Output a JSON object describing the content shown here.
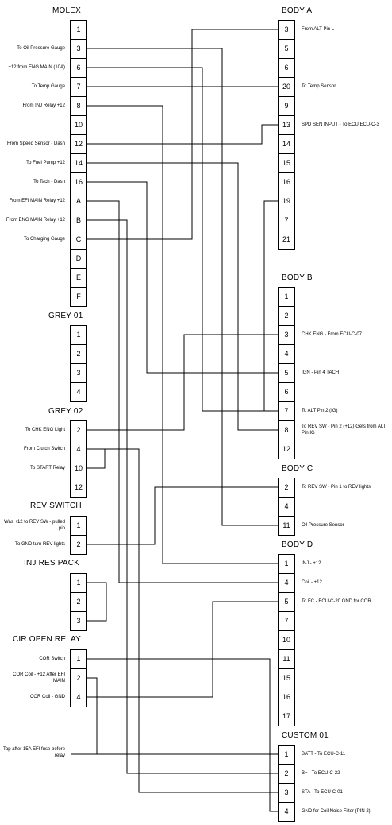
{
  "blocks": {
    "molex": {
      "title": "MOLEX",
      "pins": [
        "1",
        "3",
        "6",
        "7",
        "8",
        "10",
        "12",
        "14",
        "16",
        "A",
        "B",
        "C",
        "D",
        "E",
        "F"
      ],
      "labels": [
        "",
        "To Oil Pressure Gauge",
        "+12 from ENG MAIN (10A)",
        "To Temp Gauge",
        "From INJ Relay +12",
        "",
        "From Speed Sensor - Dash",
        "To Fuel Pump +12",
        "To Tach - Dash",
        "From EFI MAIN Relay +12",
        "From ENG MAIN Relay +12",
        "To Charging Gauge",
        "",
        "",
        ""
      ]
    },
    "grey01": {
      "title": "GREY 01",
      "pins": [
        "1",
        "2",
        "3",
        "4"
      ],
      "labels": [
        "",
        "",
        "",
        ""
      ]
    },
    "grey02": {
      "title": "GREY 02",
      "pins": [
        "2",
        "4",
        "10",
        "12"
      ],
      "labels": [
        "To CHK ENG Light",
        "From Clutch Switch",
        "To START Relay",
        ""
      ]
    },
    "rev_switch": {
      "title": "REV SWITCH",
      "pins": [
        "1",
        "2"
      ],
      "labels": [
        "Was +12 to REV SW - pulled pin",
        "To GND turn REV lights"
      ]
    },
    "inj_res_pack": {
      "title": "INJ RES PACK",
      "pins": [
        "1",
        "2",
        "3"
      ],
      "labels": [
        "",
        "",
        ""
      ]
    },
    "cir_open_relay": {
      "title": "CIR OPEN RELAY",
      "pins": [
        "1",
        "2",
        "4"
      ],
      "labels": [
        "COR Switch",
        "COR Coil - +12 After EFI MAIN",
        "COR Coil - GND"
      ]
    },
    "body_a": {
      "title": "BODY A",
      "pins": [
        "3",
        "5",
        "6",
        "20",
        "9",
        "13",
        "14",
        "15",
        "16",
        "19",
        "7",
        "21"
      ],
      "labels": [
        "From ALT Pin L",
        "",
        "",
        "To Temp Sensor",
        "",
        "SPD SEN INPUT - To ECU ECU-C-3",
        "",
        "",
        "",
        "",
        "",
        ""
      ]
    },
    "body_b": {
      "title": "BODY B",
      "pins": [
        "1",
        "2",
        "3",
        "4",
        "5",
        "6",
        "7",
        "8",
        "12"
      ],
      "labels": [
        "",
        "",
        "CHK ENG - From ECU-C-07",
        "",
        "IGN - Pin 4 TACH",
        "",
        "To ALT Pin 2 (IG)",
        "To REV SW - Pin 2 (+12) Gets from ALT Pin IG",
        ""
      ]
    },
    "body_c": {
      "title": "BODY C",
      "pins": [
        "2",
        "4",
        "11"
      ],
      "labels": [
        "To REV SW - Pin 1 to REV lights",
        "",
        "Oil Pressure Sensor"
      ]
    },
    "body_d": {
      "title": "BODY D",
      "pins": [
        "1",
        "4",
        "5",
        "7",
        "10",
        "11",
        "15",
        "16",
        "17"
      ],
      "labels": [
        "INJ - +12",
        "Coil - +12",
        "To FC - ECU-C-20 GND for COR",
        "",
        "",
        "",
        "",
        "",
        ""
      ]
    },
    "custom01": {
      "title": "CUSTOM 01",
      "pins": [
        "1",
        "2",
        "3",
        "4"
      ],
      "labels": [
        "BATT - To ECU-C-11",
        "B+ - To ECU-C-22",
        "STA - To ECU-C-01",
        "GND for Coil Noise Filter (PIN 2)"
      ]
    }
  },
  "tap_label": "Tap after 15A EFI fuse before relay"
}
